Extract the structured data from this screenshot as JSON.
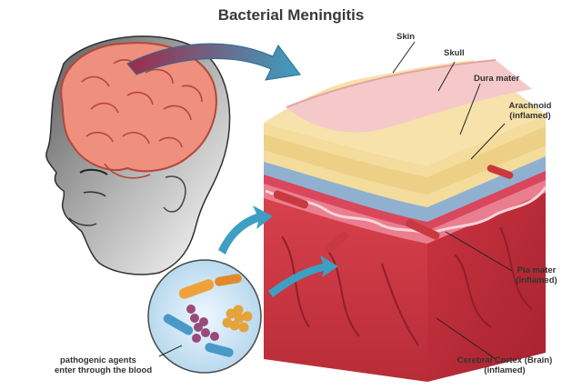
{
  "title": "Bacterial Meningitis",
  "labels": {
    "skin": "Skin",
    "skull": "Skull",
    "dura": "Dura mater",
    "arachnoid_1": "Arachnoid",
    "arachnoid_2": "(inflamed)",
    "pia_1": "Pia mater",
    "pia_2": "(inflamed)",
    "cortex_1": "Cerebral Cortex (Brain)",
    "cortex_2": "(inflamed)",
    "pathogen_1": "pathogenic agents",
    "pathogen_2": "enter through the blood"
  },
  "colors": {
    "brain": "#ef8f7e",
    "skin": "#f5c9c9",
    "skull": "#f3dc9c",
    "dura": "#8fb1cf",
    "arachnoid": "#e0536b",
    "cortex": "#c8323f",
    "arrow": "#3d9fc2"
  }
}
